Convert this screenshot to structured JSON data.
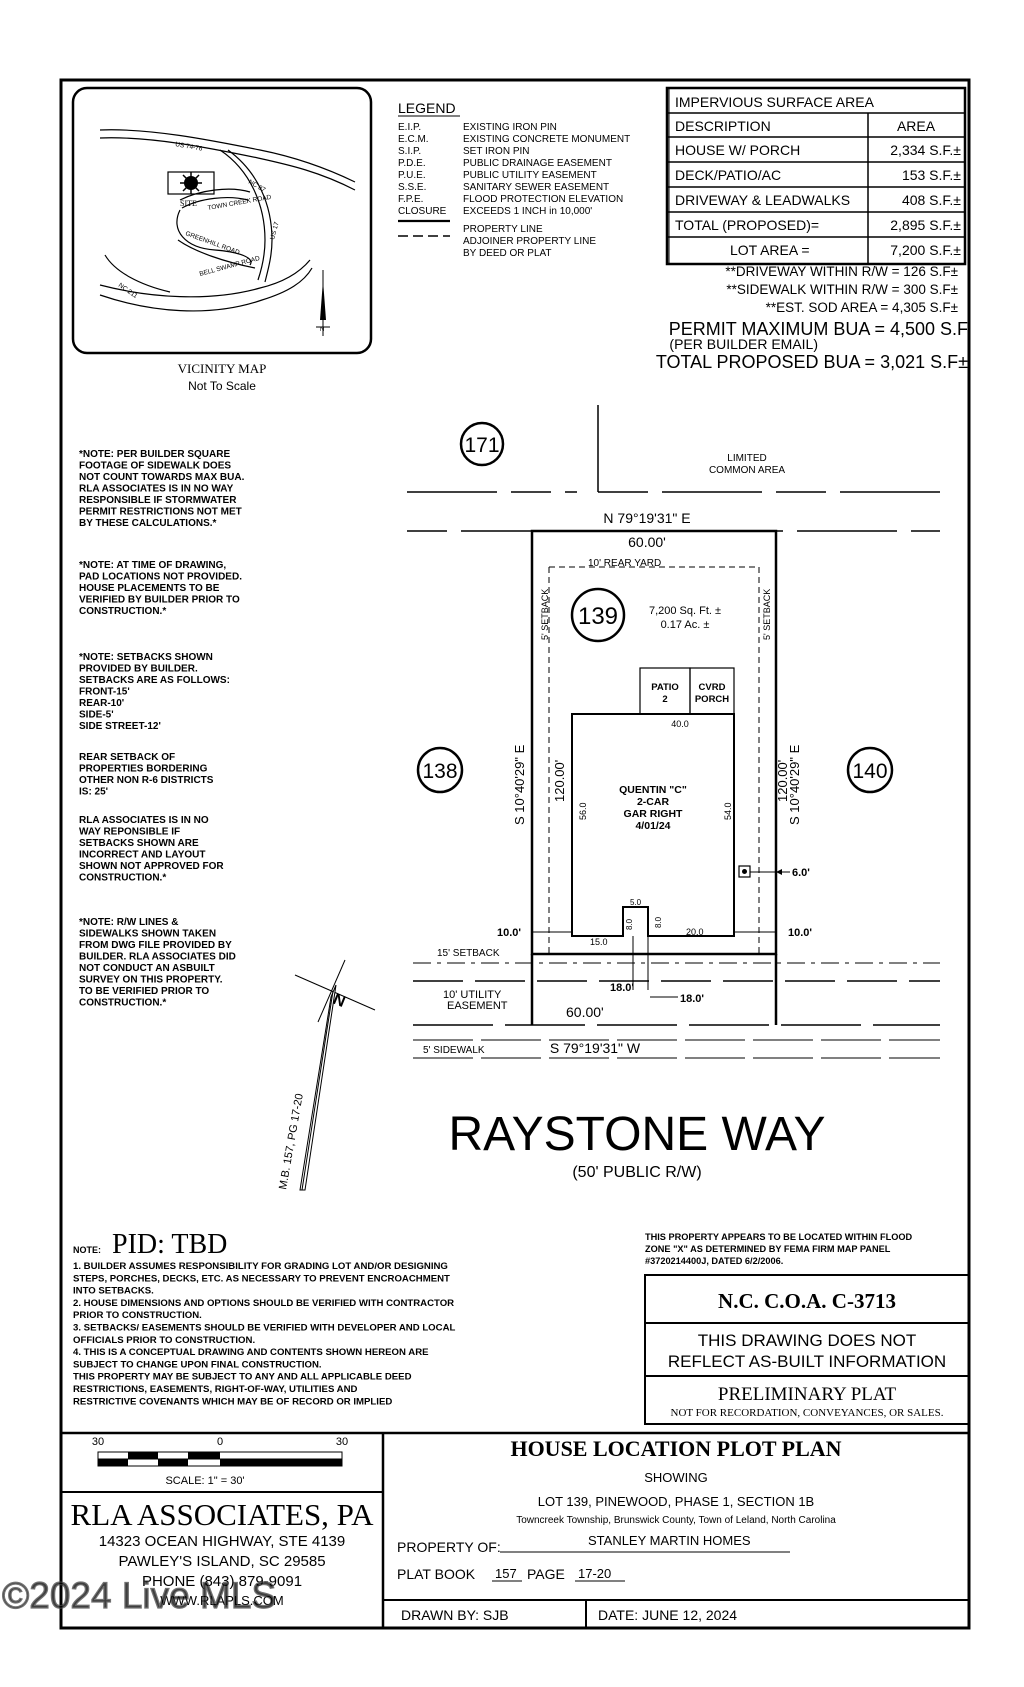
{
  "legend": {
    "title": "LEGEND",
    "rows": [
      {
        "abbr": "E.I.P.",
        "desc": "EXISTING IRON PIN"
      },
      {
        "abbr": "E.C.M.",
        "desc": "EXISTING CONCRETE MONUMENT"
      },
      {
        "abbr": "S.I.P.",
        "desc": "SET IRON PIN"
      },
      {
        "abbr": "P.D.E.",
        "desc": "PUBLIC DRAINAGE EASEMENT"
      },
      {
        "abbr": "P.U.E.",
        "desc": "PUBLIC UTILITY EASEMENT"
      },
      {
        "abbr": "S.S.E.",
        "desc": "SANITARY SEWER EASEMENT"
      },
      {
        "abbr": "F.P.E.",
        "desc": "FLOOD PROTECTION ELEVATION"
      },
      {
        "abbr": "CLOSURE",
        "desc": "EXCEEDS 1 INCH in 10,000'"
      }
    ],
    "property_line": "PROPERTY LINE",
    "adjoiner_line_1": "ADJOINER PROPERTY LINE",
    "adjoiner_line_2": "BY DEED OR PLAT"
  },
  "vicinity": {
    "title": "VICINITY MAP",
    "subtitle": "Not To Scale",
    "site": "SITE",
    "roads": {
      "us74": "US 74-76",
      "nc87": "NC 87",
      "town_creek": "TOWN CREEK ROAD",
      "us17": "US 17",
      "greenhill": "GREENHILL ROAD",
      "bell_swamp": "BELL SWAMP ROAD",
      "nc211": "NC 211"
    },
    "north": "N"
  },
  "impervious": {
    "title": "IMPERVIOUS SURFACE AREA",
    "head_desc": "DESCRIPTION",
    "head_area": "AREA",
    "rows": [
      {
        "desc": "HOUSE W/ PORCH",
        "area": "2,334 S.F.±"
      },
      {
        "desc": "DECK/PATIO/AC",
        "area": "153 S.F.±"
      },
      {
        "desc": "DRIVEWAY & LEADWALKS",
        "area": "408 S.F.±"
      },
      {
        "desc": "TOTAL (PROPOSED)=",
        "area": "2,895 S.F.±"
      },
      {
        "desc": "LOT AREA =",
        "area": "7,200 S.F.±"
      }
    ],
    "driveway_rw": "**DRIVEWAY WITHIN R/W = 126 S.F±",
    "sidewalk_rw": "**SIDEWALK WITHIN R/W = 300 S.F±",
    "sod": "**EST. SOD AREA = 4,305 S.F±",
    "permit_max": "PERMIT MAXIMUM BUA = 4,500 S.F",
    "per_builder": "(PER BUILDER EMAIL)",
    "total_bua": "TOTAL PROPOSED BUA = 3,021 S.F±"
  },
  "notes_left": {
    "n1": [
      "*NOTE: PER BUILDER SQUARE",
      "FOOTAGE OF SIDEWALK DOES",
      "NOT COUNT TOWARDS MAX BUA.",
      "RLA ASSOCIATES IS IN NO WAY",
      "RESPONSIBLE IF STORMWATER",
      "PERMIT RESTRICTIONS NOT MET",
      "BY THESE CALCULATIONS.*"
    ],
    "n2": [
      "*NOTE: AT TIME OF DRAWING,",
      "PAD LOCATIONS NOT PROVIDED.",
      "HOUSE PLACEMENTS TO BE",
      "VERIFIED BY BUILDER PRIOR TO",
      "CONSTRUCTION.*"
    ],
    "n3": [
      "*NOTE: SETBACKS SHOWN",
      "PROVIDED BY BUILDER.",
      "SETBACKS ARE AS FOLLOWS:",
      "FRONT-15'",
      "REAR-10'",
      "SIDE-5'",
      "SIDE STREET-12'"
    ],
    "n4": [
      "REAR SETBACK OF",
      "PROPERTIES BORDERING",
      "OTHER NON R-6 DISTRICTS",
      "IS: 25'"
    ],
    "n5": [
      "RLA ASSOCIATES IS IN NO",
      "WAY REPONSIBLE IF",
      "SETBACKS SHOWN ARE",
      "INCORRECT AND LAYOUT",
      "SHOWN NOT APPROVED FOR",
      "CONSTRUCTION.*"
    ],
    "n6": [
      "*NOTE: R/W LINES &",
      "SIDEWALKS SHOWN TAKEN",
      "FROM DWG FILE PROVIDED BY",
      "BUILDER. RLA ASSOCIATES DID",
      "NOT CONDUCT AN ASBUILT",
      "SURVEY ON THIS PROPERTY.",
      "TO BE VERIFIED PRIOR TO",
      "CONSTRUCTION.*"
    ]
  },
  "plot": {
    "lot_171": "171",
    "lot_138": "138",
    "lot_139": "139",
    "lot_140": "140",
    "common_area_1": "LIMITED",
    "common_area_2": "COMMON AREA",
    "north_bearing": "N 79°19'31\" E",
    "rear_dist": "60.00'",
    "rear_yard": "10' REAR YARD",
    "setback_left": "5' SETBACK",
    "setback_right": "5' SETBACK",
    "lot_area_sf": "7,200 Sq. Ft. ±",
    "lot_area_ac": "0.17 Ac. ±",
    "patio": "PATIO",
    "patio_num": "2",
    "cvrd": "CVRD",
    "porch": "PORCH",
    "left_bearing": "S 10°40'29\" E",
    "left_dist": "120.00'",
    "right_bearing": "S 10°40'29\" E",
    "right_dist": "120.00'",
    "house_name": "QUENTIN \"C\"",
    "house_car": "2-CAR",
    "house_gar": "GAR RIGHT",
    "house_date": "4/01/24",
    "dim_40": "40.0",
    "dim_56": "56.0",
    "dim_54": "54.0",
    "dim_5": "5.0",
    "dim_8a": "8.0",
    "dim_8b": "8.0",
    "dim_15": "15.0",
    "dim_20": "20.0",
    "ac_offset": "6.0'",
    "left_offset": "10.0'",
    "right_offset": "10.0'",
    "front_setback": "15' SETBACK",
    "utility_1": "10' UTILITY",
    "utility_2": "EASEMENT",
    "front_dist_18a": "18.0'",
    "front_dist_18b": "18.0'",
    "front_dist": "60.00'",
    "sidewalk": "5' SIDEWALK",
    "south_bearing": "S 79°19'31\" W",
    "map_book": "M.B. 157, PG 17-20"
  },
  "street": {
    "name": "RAYSTONE WAY",
    "sub": "(50' PUBLIC R/W)"
  },
  "bottom_notes": {
    "note_label": "NOTE:",
    "pid": "PID: TBD",
    "lines": [
      "1. BUILDER ASSUMES RESPONSIBILITY FOR GRADING LOT AND/OR DESIGNING",
      "STEPS, PORCHES, DECKS, ETC. AS NECESSARY TO PREVENT ENCROACHMENT",
      "INTO SETBACKS.",
      "2. HOUSE DIMENSIONS AND OPTIONS SHOULD BE VERIFIED WITH CONTRACTOR",
      "PRIOR TO CONSTRUCTION.",
      "3. SETBACKS/ EASEMENTS SHOULD BE VERIFIED WITH DEVELOPER AND LOCAL",
      "OFFICIALS PRIOR TO CONSTRUCTION.",
      "4. THIS IS A CONCEPTUAL DRAWING AND CONTENTS SHOWN HEREON ARE",
      "SUBJECT TO CHANGE UPON FINAL CONSTRUCTION.",
      "THIS PROPERTY MAY BE SUBJECT TO ANY AND ALL APPLICABLE DEED",
      "RESTRICTIONS, EASEMENTS, RIGHT-OF-WAY, UTILITIES AND",
      "RESTRICTIVE COVENANTS WHICH MAY BE OF RECORD OR IMPLIED"
    ]
  },
  "flood": {
    "lines": [
      "THIS PROPERTY APPEARS TO BE LOCATED WITHIN FLOOD",
      "ZONE \"X\" AS DETERMINED BY FEMA FIRM MAP PANEL",
      "#3720214400J, DATED 6/2/2006."
    ]
  },
  "right_boxes": {
    "coa": "N.C. C.O.A. C-3713",
    "asbuilt_1": "THIS DRAWING DOES NOT",
    "asbuilt_2": "REFLECT AS-BUILT INFORMATION",
    "prelim": "PRELIMINARY PLAT",
    "prelim_sub": "NOT FOR RECORDATION, CONVEYANCES, OR SALES."
  },
  "scale": {
    "left": "30",
    "mid": "0",
    "right": "30",
    "label": "SCALE: 1\" = 30'"
  },
  "company": {
    "name": "RLA ASSOCIATES, PA",
    "addr1": "14323 OCEAN HIGHWAY, STE 4139",
    "addr2": "PAWLEY'S ISLAND, SC 29585",
    "phone": "PHONE (843) 879-9091",
    "web": "WWW.RLAPLS.COM"
  },
  "title_block": {
    "title": "HOUSE LOCATION PLOT PLAN",
    "showing": "SHOWING",
    "lot": "LOT 139, PINEWOOD, PHASE 1, SECTION 1B",
    "location": "Towncreek Township, Brunswick County, Town of Leland, North Carolina",
    "property_of_label": "PROPERTY OF:",
    "property_of": "STANLEY MARTIN HOMES",
    "plat_book_label": "PLAT BOOK",
    "plat_book": "157",
    "page_label": "PAGE",
    "page": "17-20",
    "drawn_by": "DRAWN BY: SJB",
    "date": "DATE: JUNE 12, 2024"
  },
  "watermark": "©2024 Live MLS"
}
